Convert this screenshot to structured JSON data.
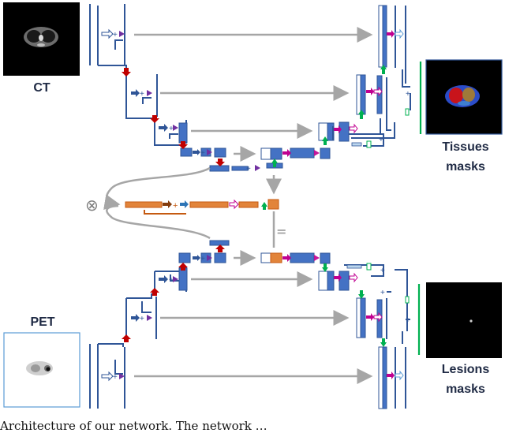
{
  "labels": {
    "ct": "CT",
    "pet": "PET",
    "tissues": "Tissues",
    "tissues2": "masks",
    "lesions": "Lesions",
    "lesions2": "masks"
  },
  "symbols": {
    "outer_product": "⊗",
    "equals": "="
  },
  "caption": "Architecture of our network. The network …",
  "colors": {
    "block_blue": "#4472c4",
    "block_dark": "#2f5597",
    "skip_gray": "#a6a6a6",
    "bottleneck_orange": "#e2843a",
    "down_red": "#c00000",
    "up_green": "#00b050",
    "skip_magenta": "#c00090",
    "concat_purple": "#7030a0",
    "output_green": "#00b050"
  }
}
